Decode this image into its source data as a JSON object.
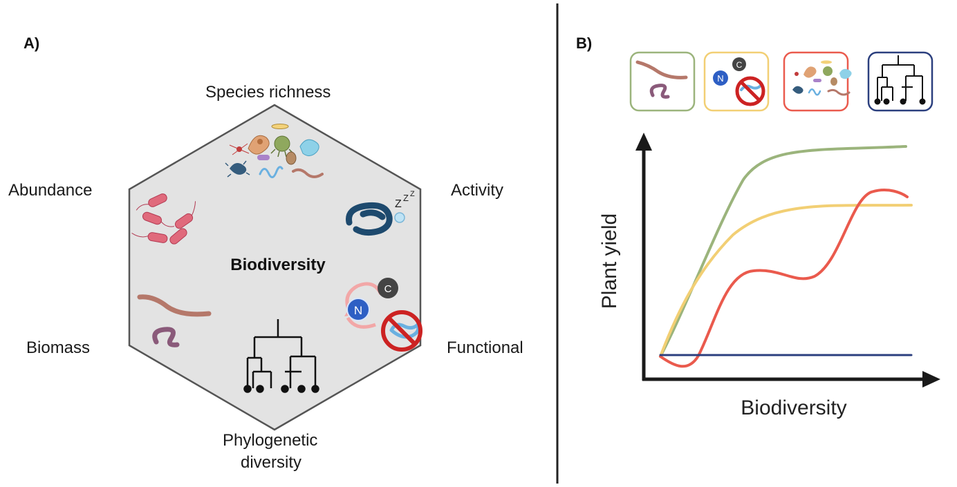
{
  "panel_a": {
    "label": "A)",
    "center": "Biodiversity",
    "dimensions": {
      "species_richness": "Species richness",
      "abundance": "Abundance",
      "activity": "Activity",
      "biomass": "Biomass",
      "functional": "Functional",
      "phylogenetic_line1": "Phylogenetic",
      "phylogenetic_line2": "diversity"
    },
    "nutrient_n": "N",
    "nutrient_c": "C",
    "sleep_z": "Z"
  },
  "panel_b": {
    "label": "B)",
    "legend_box_colors": [
      "#9bb47c",
      "#f2cf74",
      "#ea5a4d",
      "#2b3f7e"
    ],
    "nutrient_n": "N",
    "nutrient_c": "C",
    "chart_data": {
      "type": "line",
      "xlabel": "Biodiversity",
      "ylabel": "Plant yield",
      "grid": false,
      "axis_ticks": false,
      "series": [
        {
          "color": "#9bb47c",
          "shape": "rapid rise then saturating plateau (highest)"
        },
        {
          "color": "#f2cf74",
          "shape": "rise then saturating plateau (intermediate)"
        },
        {
          "color": "#ea5a4d",
          "shape": "initial dip, rise, dip, rise (non-monotonic)"
        },
        {
          "color": "#2b3f7e",
          "shape": "flat (no relationship)"
        }
      ]
    }
  },
  "icons": {
    "worm_brown": "earthworm-icon",
    "worm_purple": "worm-purple-icon",
    "bacteria": "bacteria-icon",
    "nematode": "nematode-icon",
    "tree": "phylogenetic-tree-icon",
    "no": "prohibition-icon"
  }
}
